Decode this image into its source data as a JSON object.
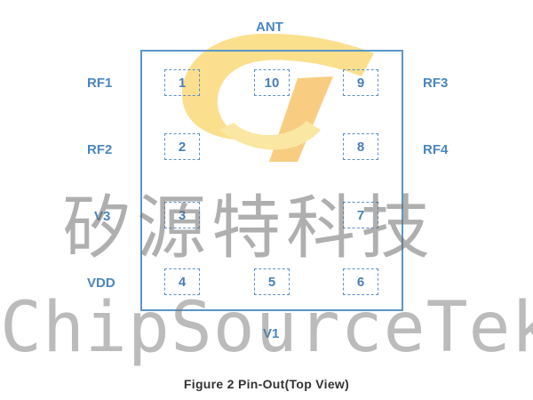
{
  "diagram": {
    "package_label_top": "ANT",
    "package_label_bottom": "V1",
    "pins": [
      {
        "number": "1"
      },
      {
        "number": "10"
      },
      {
        "number": "9"
      },
      {
        "number": "2"
      },
      {
        "number": "8"
      },
      {
        "number": "3"
      },
      {
        "number": "7"
      },
      {
        "number": "4"
      },
      {
        "number": "5"
      },
      {
        "number": "6"
      }
    ],
    "signals": {
      "rf1": "RF1",
      "rf2": "RF2",
      "rf3": "RF3",
      "rf4": "RF4",
      "v3": "V3",
      "vdd": "VDD"
    },
    "caption": "Figure 2 Pin-Out(Top View)"
  },
  "watermark": {
    "chinese": "矽源特科技",
    "english": "ChipSourceTek",
    "logo_colors": [
      "#f7c531",
      "#f4a51c"
    ]
  }
}
